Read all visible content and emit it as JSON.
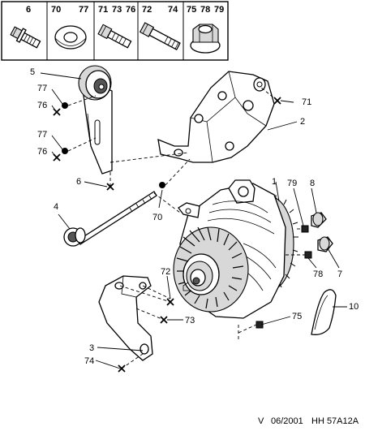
{
  "legend": {
    "cells": [
      {
        "refs": "6",
        "icon": "bolt-washer-icon"
      },
      {
        "refs": "70 77",
        "icon": "washer-icon"
      },
      {
        "refs": "71 73 76",
        "icon": "short-bolt-icon"
      },
      {
        "refs": "72 74",
        "icon": "long-bolt-icon"
      },
      {
        "refs": "75 78 79",
        "icon": "flange-nut-icon"
      }
    ],
    "ref_tokens": [
      [
        "6"
      ],
      [
        "70",
        "77"
      ],
      [
        "71",
        "73",
        "76"
      ],
      [
        "72",
        "74"
      ],
      [
        "75",
        "78",
        "79"
      ]
    ]
  },
  "callouts": {
    "c5": "5",
    "c77a": "77",
    "c76a": "76",
    "c77b": "77",
    "c76b": "76",
    "c6": "6",
    "c71": "71",
    "c2": "2",
    "c4": "4",
    "c70": "70",
    "c1": "1",
    "c79": "79",
    "c8": "8",
    "c72": "72",
    "c7": "7",
    "c78": "78",
    "c73": "73",
    "c75": "75",
    "c10": "10",
    "c3": "3",
    "c74": "74"
  },
  "footer": {
    "version": "V",
    "date": "06/2001",
    "code": "HH 57A12A"
  }
}
